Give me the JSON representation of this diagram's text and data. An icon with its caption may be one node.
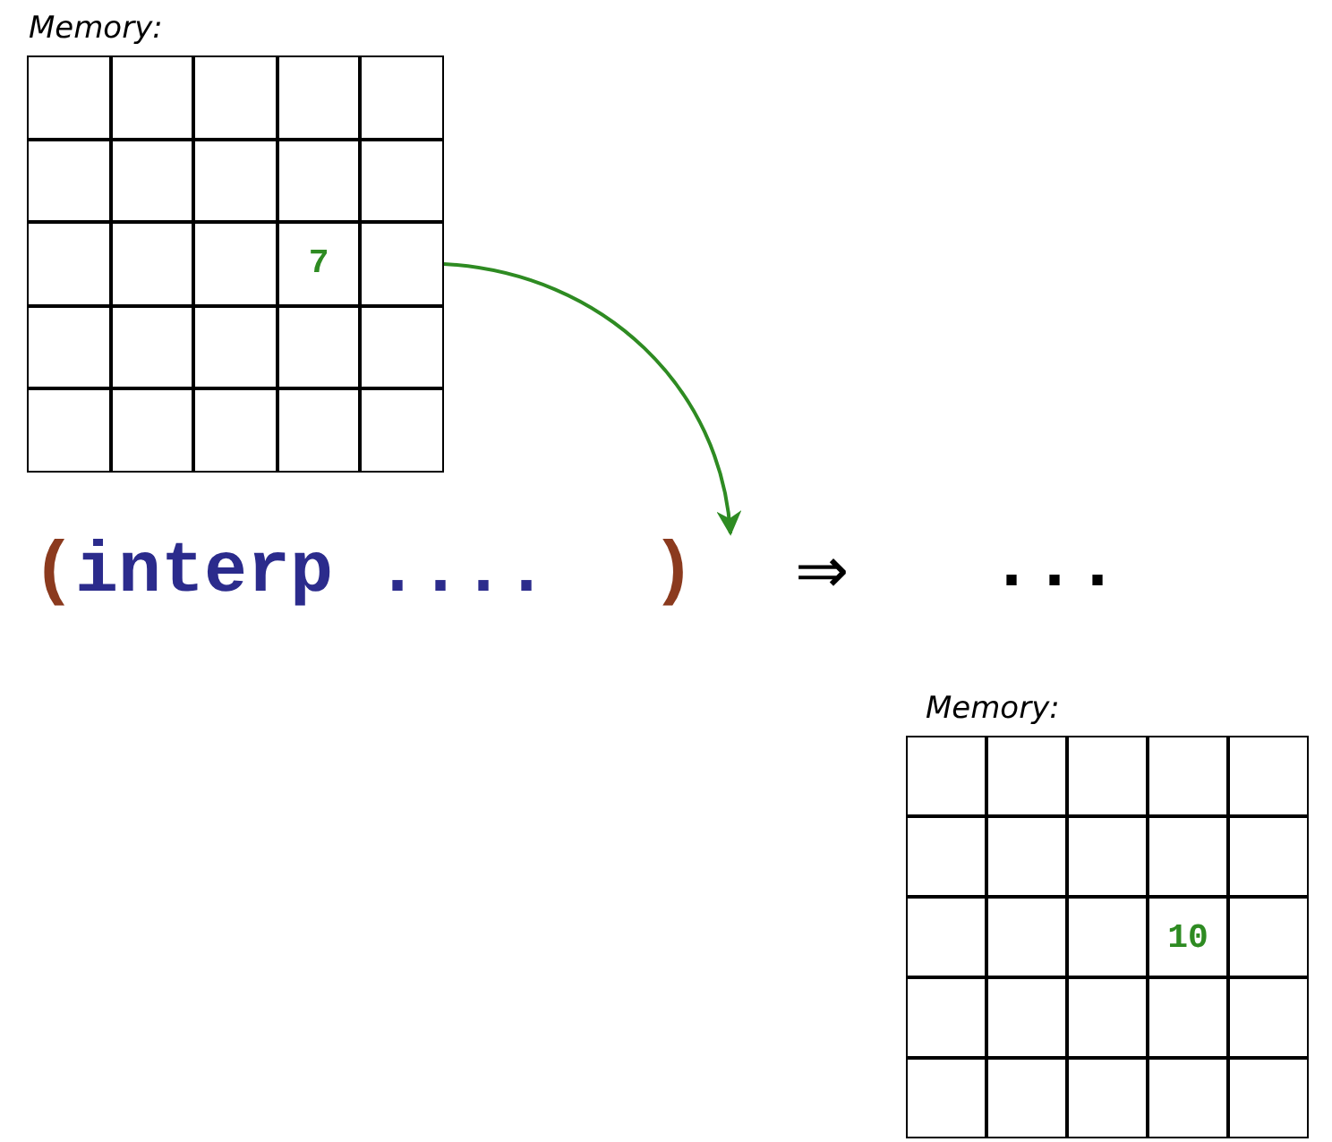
{
  "diagram": {
    "nodes": [
      {
        "text": [
          "Memory:"
        ]
      },
      {
        "text": [],
        "shape": "box",
        "in": 0
      },
      {
        "text": [],
        "shape": "box",
        "in": 0
      },
      {
        "text": [],
        "shape": "box",
        "in": 0
      },
      {
        "text": [],
        "shape": "box",
        "in": 0
      },
      {
        "text": [],
        "shape": "box",
        "in": 0
      },
      {
        "text": [],
        "shape": "box",
        "in": 0
      },
      {
        "text": [],
        "shape": "box",
        "in": 0
      },
      {
        "text": [],
        "shape": "box",
        "in": 0
      },
      {
        "text": [],
        "shape": "box",
        "in": 0
      },
      {
        "text": [],
        "shape": "box",
        "in": 0
      },
      {
        "text": [],
        "shape": "box",
        "in": 0
      },
      {
        "text": [],
        "shape": "box",
        "in": 0
      },
      {
        "text": [],
        "shape": "box",
        "in": 0
      },
      {
        "text": [
          "7"
        ],
        "in": 0
      },
      {
        "text": [],
        "shape": "box",
        "in": 0
      },
      {
        "text": [],
        "shape": "box",
        "in": 0
      },
      {
        "text": [],
        "shape": "box",
        "in": 0
      },
      {
        "text": [],
        "shape": "box",
        "in": 0
      },
      {
        "text": [],
        "shape": "box",
        "in": 0
      },
      {
        "text": [],
        "shape": "box",
        "in": 0
      },
      {
        "text": [],
        "shape": "box",
        "in": 0
      },
      {
        "text": [],
        "shape": "box",
        "in": 0
      },
      {
        "text": [],
        "shape": "box",
        "in": 0
      },
      {
        "text": [],
        "shape": "box",
        "in": 0
      },
      {
        "text": [],
        "shape": "box",
        "in": 0
      },
      {
        "text": [
          "(",
          "interp ....",
          ")"
        ]
      },
      {
        "text": [
          "Memory:"
        ]
      },
      {
        "text": [],
        "shape": "box",
        "in": 27
      },
      {
        "text": [],
        "shape": "box",
        "in": 27
      },
      {
        "text": [],
        "shape": "box",
        "in": 27
      },
      {
        "text": [],
        "shape": "box",
        "in": 27
      },
      {
        "text": [],
        "shape": "box",
        "in": 27
      },
      {
        "text": [],
        "shape": "box",
        "in": 27
      },
      {
        "text": [],
        "shape": "box",
        "in": 27
      },
      {
        "text": [],
        "shape": "box",
        "in": 27
      },
      {
        "text": [],
        "shape": "box",
        "in": 27
      },
      {
        "text": [],
        "shape": "box",
        "in": 27
      },
      {
        "text": [],
        "shape": "box",
        "in": 27
      },
      {
        "text": [],
        "shape": "box",
        "in": 27
      },
      {
        "text": [],
        "shape": "box",
        "in": 27
      },
      {
        "text": [
          "10"
        ],
        "in": 27
      },
      {
        "text": [],
        "shape": "box",
        "in": 27
      },
      {
        "text": [],
        "shape": "box",
        "in": 27
      },
      {
        "text": [],
        "shape": "box",
        "in": 27
      },
      {
        "text": [],
        "shape": "box",
        "in": 27
      },
      {
        "text": [],
        "shape": "box",
        "in": 27
      },
      {
        "text": [],
        "shape": "box",
        "in": 27
      },
      {
        "text": [],
        "shape": "box",
        "in": 27
      },
      {
        "text": [],
        "shape": "box",
        "in": 27
      },
      {
        "text": [],
        "shape": "box",
        "in": 27
      },
      {
        "text": [],
        "shape": "box",
        "in": 27
      },
      {
        "text": [],
        "shape": "box",
        "in": 27
      }
    ],
    "edges": [
      {
        "from": 15,
        "to": 26,
        "arrow": "to",
        "color": "#2e8b22"
      }
    ],
    "labels": [
      "⇒",
      "..."
    ]
  }
}
